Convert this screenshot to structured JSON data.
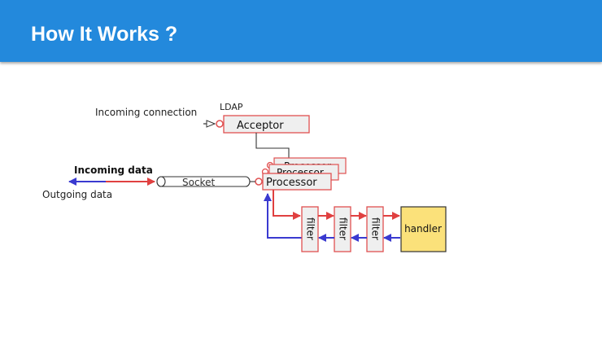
{
  "header": {
    "title": "How It Works ?"
  },
  "diagram": {
    "incoming_connection_label": "Incoming connection",
    "ldap_label": "LDAP",
    "acceptor_label": "Acceptor",
    "processor_back_labels": [
      "Processor",
      "Processor"
    ],
    "processor_label": "Processor",
    "incoming_data_label": "Incoming data",
    "outgoing_data_label": "Outgoing data",
    "socket_label": "Socket",
    "filter_labels": [
      "filter",
      "filter",
      "filter"
    ],
    "handler_label": "handler"
  },
  "colors": {
    "title_bar": "#2389dc",
    "incoming_arrow": "#e04040",
    "outgoing_arrow": "#3a3ad0",
    "box_fill": "#efefef",
    "box_border": "#e05050",
    "handler_fill": "#fbe17a"
  }
}
